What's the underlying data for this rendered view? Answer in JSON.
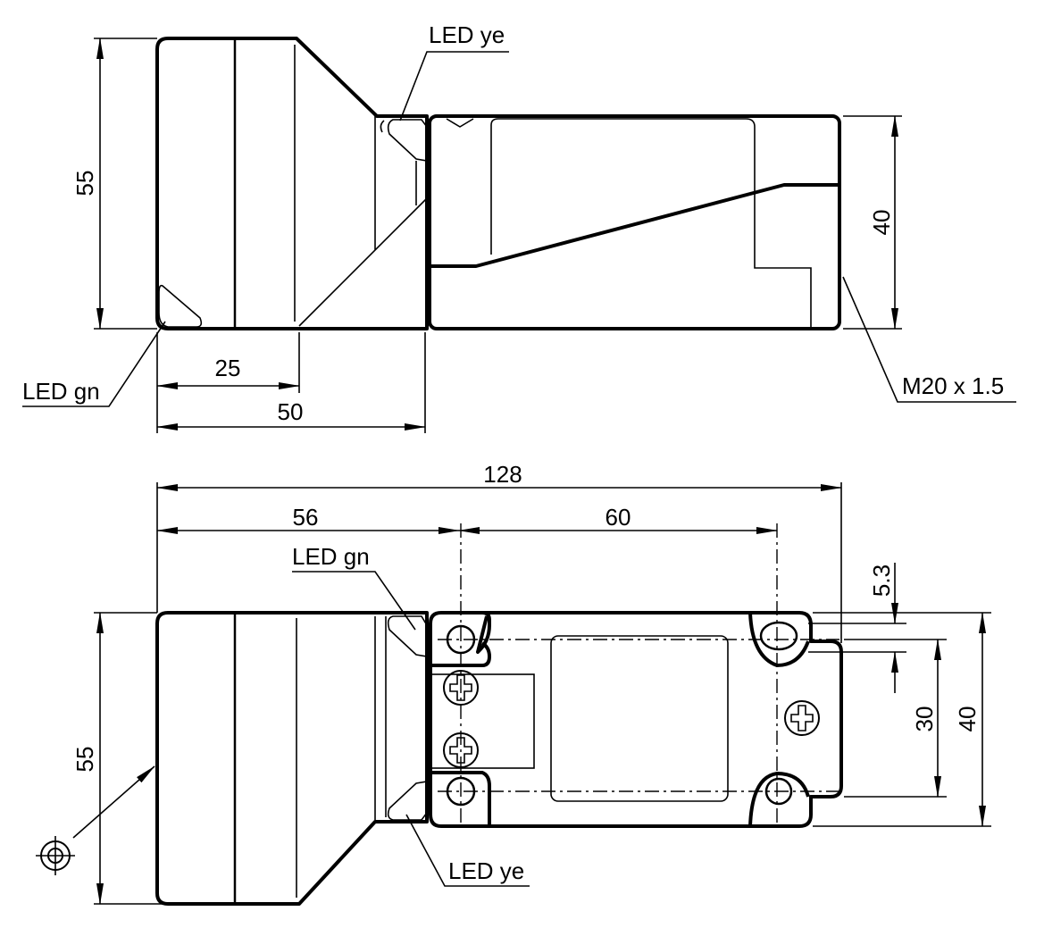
{
  "top_view": {
    "dim_height": "55",
    "dim_body_height": "40",
    "dim_25": "25",
    "dim_50": "50",
    "label_led_ye": "LED ye",
    "label_led_gn": "LED gn",
    "label_thread": "M20 x 1.5"
  },
  "bottom_view": {
    "dim_total_length": "128",
    "dim_56": "56",
    "dim_60": "60",
    "dim_5_3": "5.3",
    "dim_30": "30",
    "dim_40": "40",
    "dim_height": "55",
    "label_led_gn": "LED gn",
    "label_led_ye": "LED ye"
  }
}
